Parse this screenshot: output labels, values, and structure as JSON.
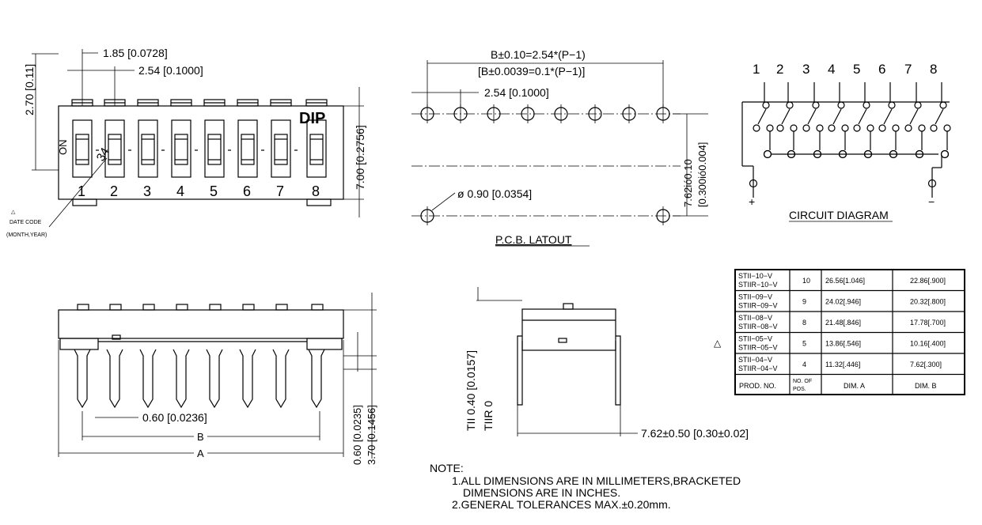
{
  "top_view": {
    "dim_pin_offset": "1.85 [0.0728]",
    "dim_pitch": "2.54 [0.1000]",
    "dim_height": "2.70 [0.11]",
    "dim_width": "7.00 [0.2756]",
    "brand": "DIP",
    "on_label": "ON",
    "pos_numbers": [
      "1",
      "2",
      "3",
      "4",
      "5",
      "6",
      "7",
      "8"
    ],
    "date_code_line1": "DATE CODE",
    "date_code_line2": "(MONTH,YEAR)",
    "date_code_digits": "34"
  },
  "pcb": {
    "title": "P.C.B. LATOUT",
    "dim_b_mm": "B±0.10=2.54*(P−1)",
    "dim_b_in": "[B±0.0039=0.1*(P−1)]",
    "dim_pitch": "2.54 [0.1000]",
    "dim_hole": "ø 0.90 [0.0354]",
    "dim_row_mm": "7.62ió0.10",
    "dim_row_in": "[0.300ió0.004]"
  },
  "circuit": {
    "title": "CIRCUIT DIAGRAM",
    "numbers": [
      "1",
      "2",
      "3",
      "4",
      "5",
      "6",
      "7",
      "8"
    ],
    "plus": "+",
    "minus": "−"
  },
  "front_view": {
    "dim_lead": "0.60 [0.0236]",
    "label_b": "B",
    "label_a": "A",
    "dim_side1": "0.60 [0.0235]",
    "dim_side2": "3.70 [0.1456]"
  },
  "side_view": {
    "dim_v1": "TII 0.40 [0.0157]",
    "dim_v2": "TIIR 0",
    "dim_row": "7.62±0.50 [0.30±0.02]"
  },
  "table": {
    "rows": [
      {
        "prod1": "STII−10−V",
        "prod2": "STIIR−10−V",
        "pos": "10",
        "dima": "26.56[1.046]",
        "dimb": "22.86[.900]"
      },
      {
        "prod1": "STII−09−V",
        "prod2": "STIIR−09−V",
        "pos": "9",
        "dima": "24.02[.946]",
        "dimb": "20.32[.800]"
      },
      {
        "prod1": "STII−08−V",
        "prod2": "STIIR−08−V",
        "pos": "8",
        "dima": "21.48[.846]",
        "dimb": "17.78[.700]"
      },
      {
        "prod1": "STII−05−V",
        "prod2": "STIIR−05−V",
        "pos": "5",
        "dima": "13.86[.546]",
        "dimb": "10.16[.400]"
      },
      {
        "prod1": "STII−04−V",
        "prod2": "STIIR−04−V",
        "pos": "4",
        "dima": "11.32[.446]",
        "dimb": "7.62[.300]"
      }
    ],
    "header": {
      "prod": "PROD.  NO.",
      "pos1": "NO. OF",
      "pos2": "POS.",
      "dima": "DIM. A",
      "dimb": "DIM. B"
    }
  },
  "notes": {
    "title": "NOTE:",
    "line1": "1.ALL  DIMENSIONS  ARE  IN  MILLIMETERS,BRACKETED",
    "line2": "DIMENSIONS  ARE  IN  INCHES.",
    "line3": "2.GENERAL  TOLERANCES  MAX.±0.20mm."
  }
}
